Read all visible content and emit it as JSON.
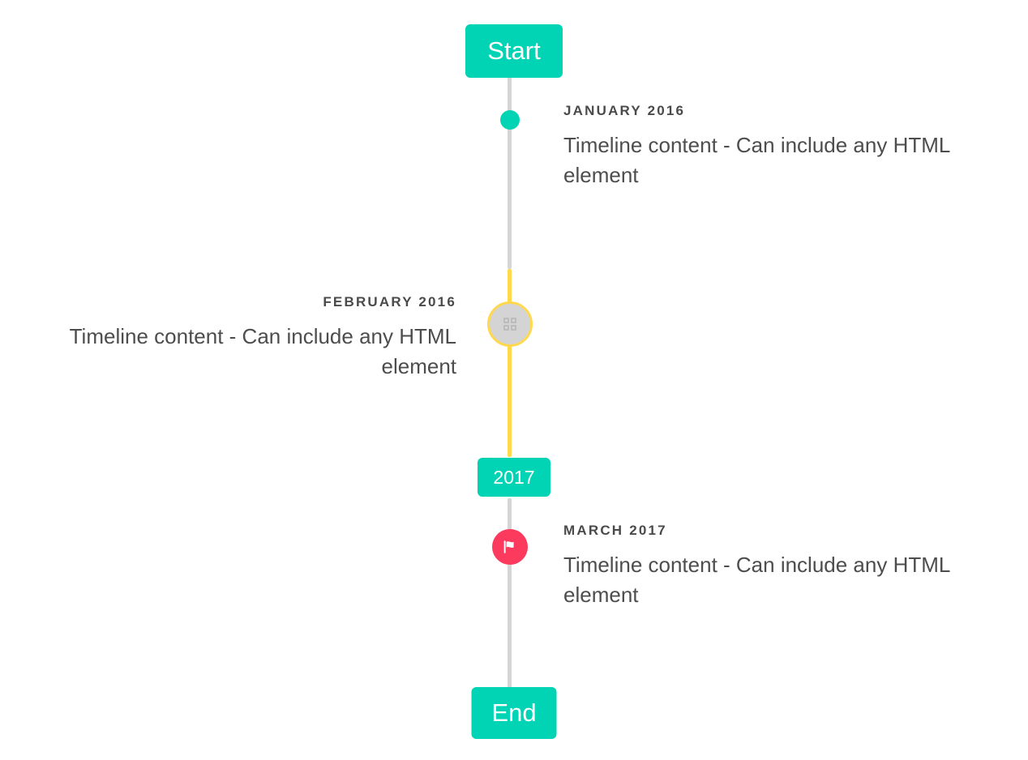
{
  "timeline": {
    "start_label": "Start",
    "end_label": "End",
    "year_label": "2017",
    "colors": {
      "accent_teal": "#00d4b4",
      "line_gray": "#d5d5d5",
      "line_yellow": "#ffd84d",
      "flag_pink": "#fc3a5d",
      "image_placeholder_gray": "#d4d4d4",
      "heading_text": "#4a4a4a",
      "body_text": "#4d4d4d",
      "background": "#ffffff"
    },
    "events": [
      {
        "date": "JANUARY 2016",
        "body": "Timeline content - Can include any HTML element",
        "side": "right",
        "marker": "dot"
      },
      {
        "date": "FEBRUARY 2016",
        "body": "Timeline content - Can include any HTML element",
        "side": "left",
        "marker": "image"
      },
      {
        "date": "MARCH 2017",
        "body": "Timeline content - Can include any HTML element",
        "side": "right",
        "marker": "flag"
      }
    ]
  }
}
